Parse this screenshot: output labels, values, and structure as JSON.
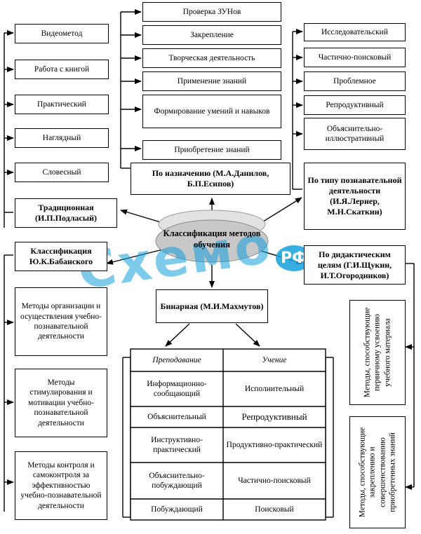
{
  "center": {
    "title": "Классификация методов обучения",
    "fill": "#c8c8c8"
  },
  "purpose": {
    "label": "По назначению (М.А.Данилов, Б.П.Есипов)",
    "items": [
      "Проверка ЗУНов",
      "Закрепление",
      "Творческая деятельность",
      "Применение знаний",
      "Формирование умений и навыков",
      "Приобретение знаний"
    ]
  },
  "traditional": {
    "label": "Традиционная (И.П.Подласый)",
    "items": [
      "Видеометод",
      "Работа с книгой",
      "Практический",
      "Наглядный",
      "Словесный"
    ]
  },
  "cognitive": {
    "label": "По типу познавательной деятельности (И.Я.Лернер, М.Н.Скаткин)",
    "items": [
      "Исследовательский",
      "Частично-поисковый",
      "Проблемное",
      "Репродуктивный",
      "Объяснительно-иллюстративный"
    ]
  },
  "babansky": {
    "label": "Классификация Ю.К.Бабанского",
    "items": [
      "Методы организации и осуществления учебно-познавательной деятельности",
      "Методы стимулирования и мотивации учебно-познавательной деятельности",
      "Методы контроля и самоконтроля за эффективностью учебно-познавательной деятельности"
    ]
  },
  "didactic": {
    "label": "По дидактическим целям (Г.И.Щукин, И.Т.Огородников)",
    "items": [
      "Методы, способствующие первичному усвоению учебного материала",
      "Методы, способствующие закреплению и совершенствованию приобретенных знаний"
    ]
  },
  "binary": {
    "label": "Бинарная (М.И.Махмутов)",
    "teaching_header": "Преподавание",
    "learning_header": "Учение",
    "rows": [
      {
        "teaching": "Информационно-сообщающий",
        "learning": "Исполнительный"
      },
      {
        "teaching": "Объяснительный",
        "learning": "Репродуктивный"
      },
      {
        "teaching": "Инструктивно-практический",
        "learning": "Продуктивно-практический"
      },
      {
        "teaching": "Объяснительно-побуждающий",
        "learning": "Частично-поисковый"
      },
      {
        "teaching": "Побуждающий",
        "learning": "Поисковый"
      }
    ]
  },
  "watermark": {
    "brand": "Схемо",
    "domain_suffix": "РФ",
    "accent": "#14a0dc"
  }
}
